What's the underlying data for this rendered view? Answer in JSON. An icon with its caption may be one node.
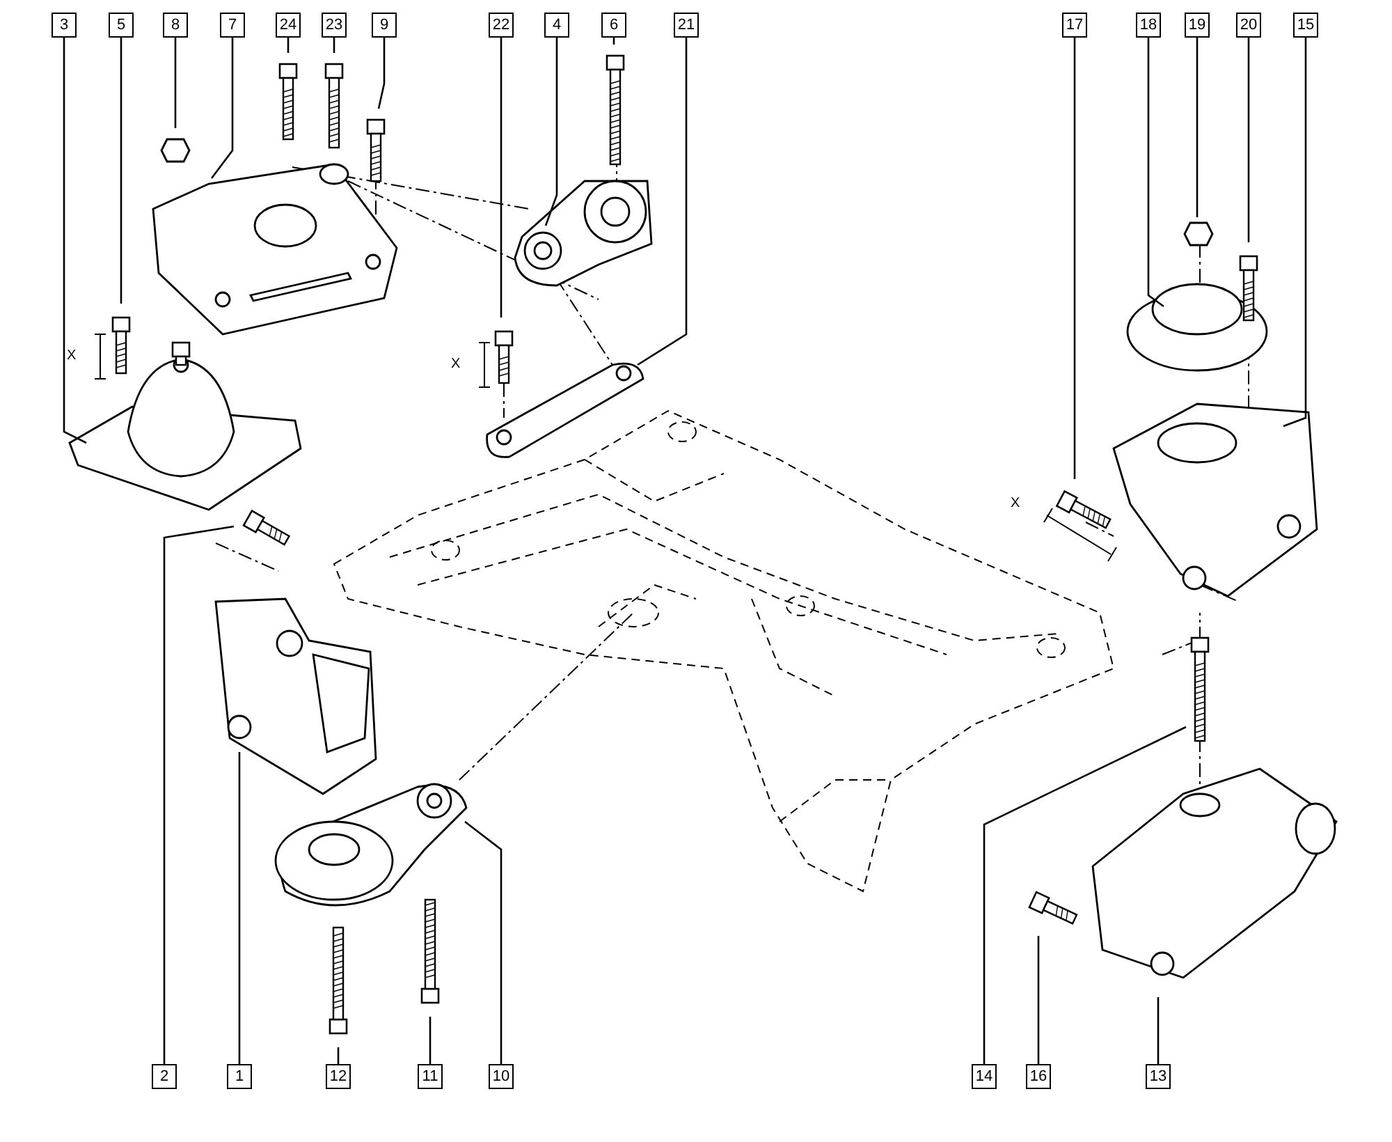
{
  "diagram": {
    "nodes": [
      {
        "text": [
          "3"
        ]
      },
      {
        "text": [
          "5"
        ]
      },
      {
        "text": [
          "8"
        ]
      },
      {
        "text": [
          "7"
        ]
      },
      {
        "text": [
          "24"
        ]
      },
      {
        "text": [
          "23"
        ]
      },
      {
        "text": [
          "9"
        ]
      },
      {
        "text": [
          "22"
        ]
      },
      {
        "text": [
          "4"
        ]
      },
      {
        "text": [
          "6"
        ]
      },
      {
        "text": [
          "21"
        ]
      },
      {
        "text": [
          "17"
        ]
      },
      {
        "text": [
          "18"
        ]
      },
      {
        "text": [
          "19"
        ]
      },
      {
        "text": [
          "20"
        ]
      },
      {
        "text": [
          "15"
        ]
      },
      {
        "text": [
          "2"
        ]
      },
      {
        "text": [
          "1"
        ]
      },
      {
        "text": [
          "12"
        ]
      },
      {
        "text": [
          "11"
        ]
      },
      {
        "text": [
          "10"
        ]
      },
      {
        "text": [
          "14"
        ]
      },
      {
        "text": [
          "16"
        ]
      },
      {
        "text": [
          "13"
        ]
      }
    ],
    "edges": [
      {
        "from": 0,
        "to": null,
        "arrow": "none"
      },
      {
        "from": 1,
        "to": null,
        "arrow": "none"
      },
      {
        "from": 2,
        "to": null,
        "arrow": "none"
      },
      {
        "from": 3,
        "to": null,
        "arrow": "none"
      },
      {
        "from": 4,
        "to": null,
        "arrow": "none"
      },
      {
        "from": 5,
        "to": null,
        "arrow": "none"
      },
      {
        "from": 6,
        "to": null,
        "arrow": "none"
      },
      {
        "from": 7,
        "to": null,
        "arrow": "none"
      },
      {
        "from": 8,
        "to": null,
        "arrow": "none"
      },
      {
        "from": 9,
        "to": null,
        "arrow": "none"
      },
      {
        "from": 10,
        "to": null,
        "arrow": "none"
      },
      {
        "from": 11,
        "to": null,
        "arrow": "none"
      },
      {
        "from": 12,
        "to": null,
        "arrow": "none"
      },
      {
        "from": 13,
        "to": null,
        "arrow": "none"
      },
      {
        "from": 14,
        "to": null,
        "arrow": "none"
      },
      {
        "from": 15,
        "to": null,
        "arrow": "none"
      },
      {
        "from": 16,
        "to": null,
        "arrow": "none"
      },
      {
        "from": 17,
        "to": null,
        "arrow": "none"
      },
      {
        "from": 18,
        "to": null,
        "arrow": "none"
      },
      {
        "from": 19,
        "to": null,
        "arrow": "none"
      },
      {
        "from": 20,
        "to": null,
        "arrow": "none"
      },
      {
        "from": 21,
        "to": null,
        "arrow": "none"
      },
      {
        "from": 22,
        "to": null,
        "arrow": "none"
      },
      {
        "from": 23,
        "to": null,
        "arrow": "none"
      }
    ],
    "labels": [
      "X",
      "X",
      "X"
    ]
  }
}
